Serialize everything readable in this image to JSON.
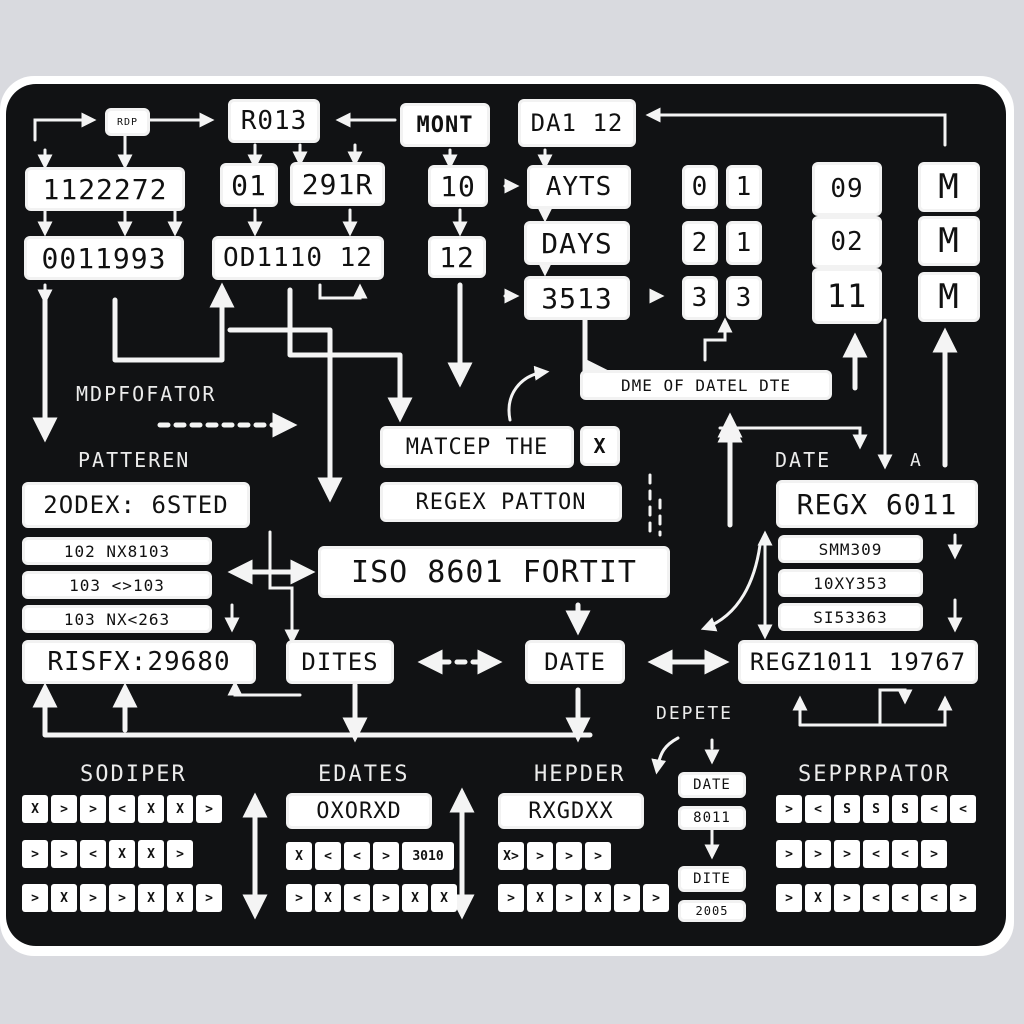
{
  "boxes": {
    "top_small": "RDP",
    "r013": "R013",
    "mont": "MONT",
    "da12": "DA1 12",
    "num1": "1122272",
    "num2": "0011993",
    "b01": "01",
    "b291r": "291R",
    "od": "OD1110 12",
    "b10": "10",
    "b12": "12",
    "ayts": "AYTS",
    "days": "DAYS",
    "b3513": "3513",
    "d0": "0",
    "d1a": "1",
    "d2": "2",
    "d1b": "1",
    "d3a": "3",
    "d3b": "3",
    "g09": "09",
    "g02": "02",
    "g11": "11",
    "m1": "M",
    "m2": "M",
    "m3": "M",
    "dme": "DME OF DATEL DTE",
    "matcep": "MATCEP THE",
    "x": "X",
    "regex_patton": "REGEX PATTON",
    "zodex": "2ODEX: 6STED",
    "iso": "ISO 8601 FORTIT",
    "regx6011": "REGX 6011",
    "risfx": "RISFX:29680",
    "dites": "DITES",
    "date_mid": "DATE",
    "reg": "REGZ1011 19767",
    "oxorxd": "OXORXD",
    "rxgdxx": "RXGDXX",
    "date_small": "DATE",
    "b8011": "8011",
    "dite": "DITE",
    "y2005": "2005"
  },
  "labels": {
    "mdpfofator": "MDPFOFATOR",
    "patteren": "PATTEREN",
    "date": "DATE",
    "a": "A",
    "depete": "DEPETE",
    "sodiper": "SODIPER",
    "edates": "EDATES",
    "hepder": "HEPDER",
    "seprrator": "SEPPRPATOR"
  },
  "mini_rows": {
    "left": [
      "102 NX8103",
      "103 <>103",
      "103 NX<263"
    ],
    "right": [
      "SMM309",
      "10XY353",
      "SI53363"
    ]
  },
  "grids": {
    "sodiper": [
      [
        "X",
        ">",
        ">",
        "<",
        "X",
        "X",
        ">"
      ],
      [
        ">",
        ">",
        "<",
        "X",
        "X",
        ">"
      ],
      [
        ">",
        "X",
        ">",
        ">",
        "X",
        "X",
        ">"
      ]
    ],
    "edates": [
      [
        "X",
        "<",
        "<",
        ">",
        "3010"
      ],
      [
        ">",
        "X",
        "<",
        ">",
        "X",
        "X"
      ]
    ],
    "hepder": [
      [
        "X>",
        ">",
        ">",
        ">"
      ],
      [
        ">",
        "X",
        ">",
        "X",
        ">",
        ">"
      ]
    ],
    "seprrator": [
      [
        ">",
        "<",
        "S",
        "S",
        "S",
        "<",
        "<"
      ],
      [
        ">",
        ">",
        ">",
        "<",
        "<",
        ">"
      ],
      [
        ">",
        "X",
        ">",
        "<",
        "<",
        "<",
        ">"
      ]
    ]
  }
}
